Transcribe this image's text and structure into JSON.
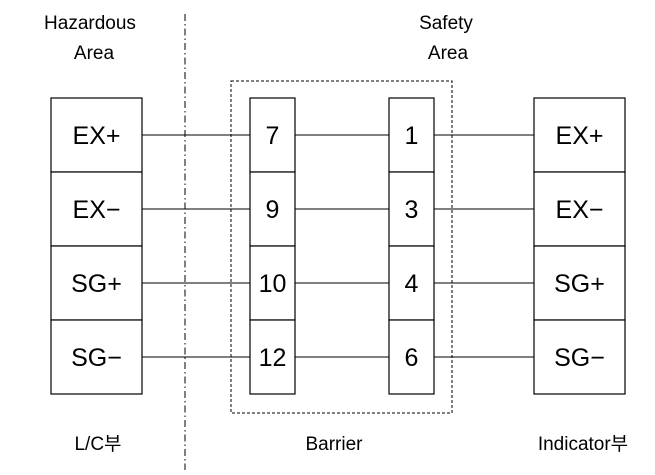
{
  "headers": {
    "hazardous": [
      "Hazardous",
      "Area"
    ],
    "safety": [
      "Safety",
      "Area"
    ]
  },
  "footers": {
    "lc": "L/C부",
    "barrier": "Barrier",
    "indicator": "Indicator부"
  },
  "lc_terminals": [
    "EX+",
    "EX−",
    "SG+",
    "SG−"
  ],
  "barrier_hazardous_terminals": [
    "7",
    "9",
    "10",
    "12"
  ],
  "barrier_safe_terminals": [
    "1",
    "3",
    "4",
    "6"
  ],
  "indicator_terminals": [
    "EX+",
    "EX−",
    "SG+",
    "SG−"
  ]
}
